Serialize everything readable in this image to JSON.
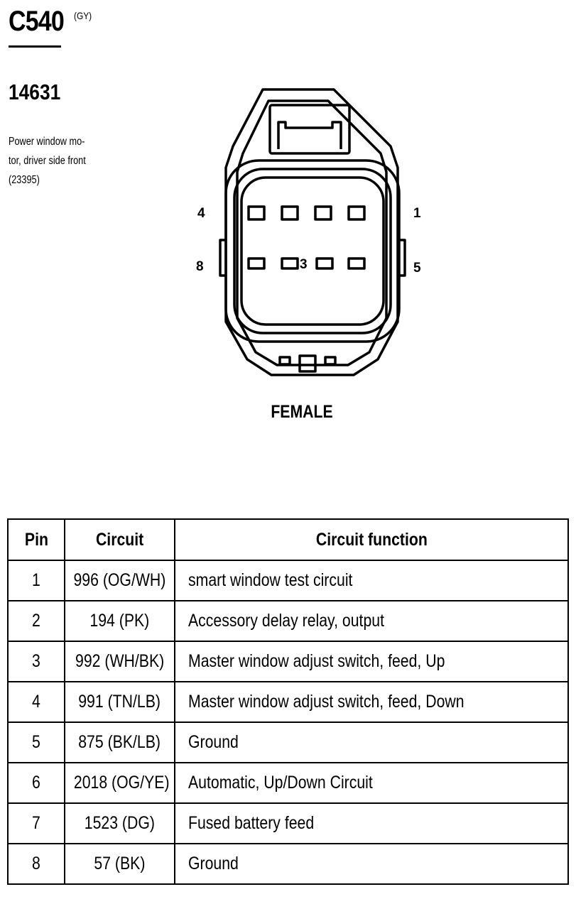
{
  "connector": {
    "id": "C540",
    "color_code": "(GY)",
    "part_number": "14631",
    "description": "Power window mo- tor, driver side front (23395)",
    "description_lines": [
      "Power window mo-",
      "tor, driver side front",
      "(23395)"
    ],
    "gender": "FEMALE",
    "pin_labels": {
      "top_left": "4",
      "top_right": "1",
      "bottom_left": "8",
      "bottom_right": "5",
      "middle": "3"
    }
  },
  "table": {
    "headers": [
      "Pin",
      "Circuit",
      "Circuit function"
    ],
    "rows": [
      {
        "pin": "1",
        "circuit": "996 (OG/WH)",
        "function": "smart window test circuit"
      },
      {
        "pin": "2",
        "circuit": "194 (PK)",
        "function": "Accessory delay relay, output"
      },
      {
        "pin": "3",
        "circuit": "992 (WH/BK)",
        "function": "Master window adjust switch, feed, Up"
      },
      {
        "pin": "4",
        "circuit": "991 (TN/LB)",
        "function": "Master window adjust switch, feed, Down"
      },
      {
        "pin": "5",
        "circuit": "875 (BK/LB)",
        "function": "Ground"
      },
      {
        "pin": "6",
        "circuit": "2018 (OG/YE)",
        "function": "Automatic, Up/Down Circuit"
      },
      {
        "pin": "7",
        "circuit": "1523 (DG)",
        "function": "Fused battery feed"
      },
      {
        "pin": "8",
        "circuit": "57 (BK)",
        "function": "Ground"
      }
    ]
  }
}
